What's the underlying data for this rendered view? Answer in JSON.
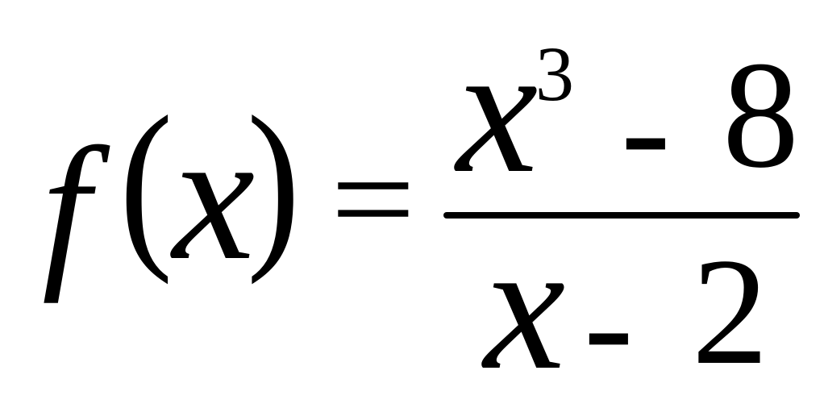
{
  "equation": {
    "lhs": {
      "function_name": "f",
      "open_paren": "(",
      "variable": "x",
      "close_paren": ")"
    },
    "equals": "=",
    "numerator": {
      "variable": "x",
      "exponent": "3",
      "operator": "-",
      "constant": "8"
    },
    "denominator": {
      "variable": "x",
      "operator": "-",
      "constant": "2"
    }
  }
}
